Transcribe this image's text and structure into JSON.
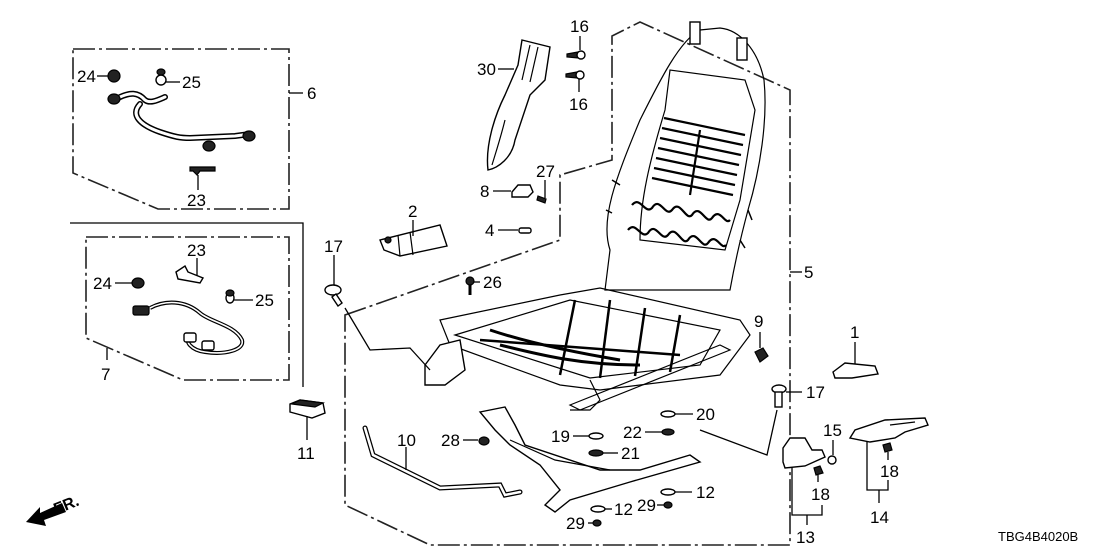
{
  "diagram": {
    "type": "exploded-parts-diagram",
    "subject": "Front seat frame components",
    "diagram_code": "TBG4B4020B",
    "direction_indicator": "FR.",
    "callouts": [
      {
        "id": "c1",
        "label": "1"
      },
      {
        "id": "c2",
        "label": "2"
      },
      {
        "id": "c4",
        "label": "4"
      },
      {
        "id": "c5",
        "label": "5"
      },
      {
        "id": "c6",
        "label": "6"
      },
      {
        "id": "c7",
        "label": "7"
      },
      {
        "id": "c8",
        "label": "8"
      },
      {
        "id": "c9",
        "label": "9"
      },
      {
        "id": "c10",
        "label": "10"
      },
      {
        "id": "c11",
        "label": "11"
      },
      {
        "id": "c12a",
        "label": "12"
      },
      {
        "id": "c12b",
        "label": "12"
      },
      {
        "id": "c13",
        "label": "13"
      },
      {
        "id": "c14",
        "label": "14"
      },
      {
        "id": "c15",
        "label": "15"
      },
      {
        "id": "c16a",
        "label": "16"
      },
      {
        "id": "c16b",
        "label": "16"
      },
      {
        "id": "c17a",
        "label": "17"
      },
      {
        "id": "c17b",
        "label": "17"
      },
      {
        "id": "c18a",
        "label": "18"
      },
      {
        "id": "c18b",
        "label": "18"
      },
      {
        "id": "c19",
        "label": "19"
      },
      {
        "id": "c20",
        "label": "20"
      },
      {
        "id": "c21",
        "label": "21"
      },
      {
        "id": "c22",
        "label": "22"
      },
      {
        "id": "c23a",
        "label": "23"
      },
      {
        "id": "c23b",
        "label": "23"
      },
      {
        "id": "c24a",
        "label": "24"
      },
      {
        "id": "c24b",
        "label": "24"
      },
      {
        "id": "c25a",
        "label": "25"
      },
      {
        "id": "c25b",
        "label": "25"
      },
      {
        "id": "c26",
        "label": "26"
      },
      {
        "id": "c27",
        "label": "27"
      },
      {
        "id": "c28",
        "label": "28"
      },
      {
        "id": "c29a",
        "label": "29"
      },
      {
        "id": "c29b",
        "label": "29"
      },
      {
        "id": "c30",
        "label": "30"
      }
    ]
  }
}
